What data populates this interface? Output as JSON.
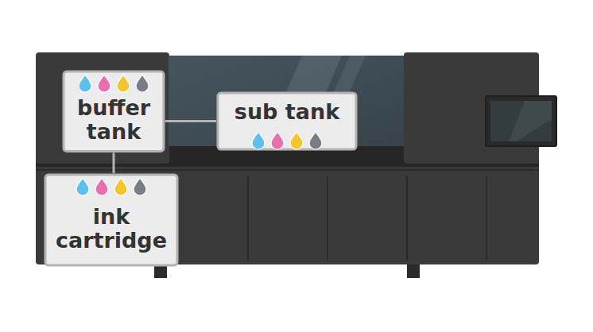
{
  "diagram": {
    "nodes": [
      {
        "text": [
          "buffer tank"
        ]
      },
      {
        "text": [
          "sub tank"
        ]
      },
      {
        "text": [
          "ink cartridge"
        ]
      }
    ],
    "edges": [
      {
        "from": 0,
        "to": 1,
        "arrow": "none"
      },
      {
        "from": 0,
        "to": 2,
        "arrow": "none"
      }
    ]
  }
}
